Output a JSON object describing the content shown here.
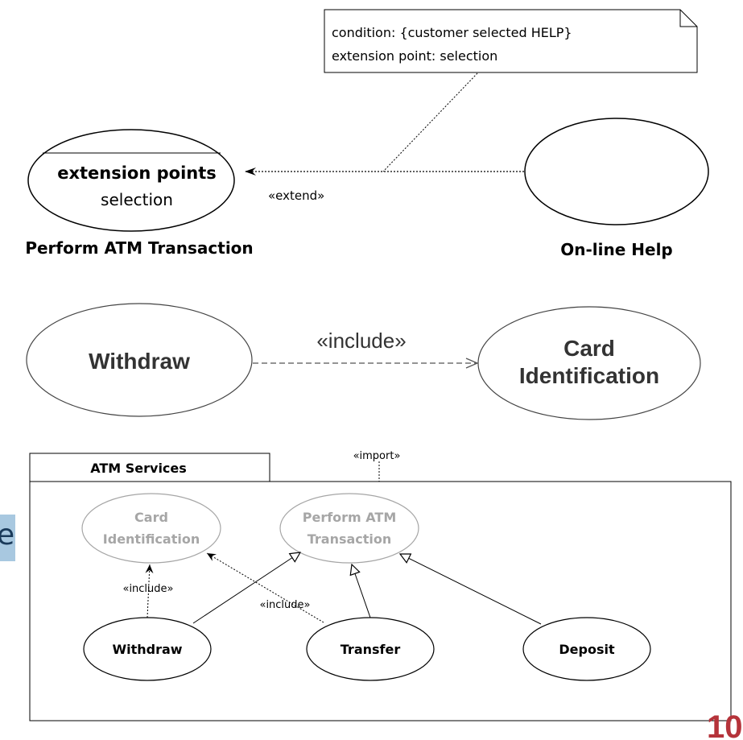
{
  "note": {
    "line1": "condition: {customer selected HELP}",
    "line2": "extension point: selection"
  },
  "extend_section": {
    "left_usecase": {
      "compartment_heading": "extension points",
      "compartment_value": "selection",
      "name": "Perform ATM Transaction"
    },
    "right_usecase": {
      "name": "On-line Help"
    },
    "relation_label": "«extend»"
  },
  "include_section": {
    "left_usecase": "Withdraw",
    "right_usecase_line1": "Card",
    "right_usecase_line2": "Identification",
    "relation_label": "«include»"
  },
  "package": {
    "name": "ATM Services",
    "import_label": "«import»",
    "greyed_usecases": [
      {
        "line1": "Card",
        "line2": "Identification"
      },
      {
        "line1": "Perform ATM",
        "line2": "Transaction"
      }
    ],
    "usecases": [
      "Withdraw",
      "Transfer",
      "Deposit"
    ],
    "include_label_1": "«include»",
    "include_label_2": "«include»"
  },
  "side_tab_glyph": "e",
  "page_number": "10",
  "colors": {
    "greyed_text": "#a6a6a6",
    "page_number": "#b5333a",
    "side_tab": "#a8c8e0"
  }
}
